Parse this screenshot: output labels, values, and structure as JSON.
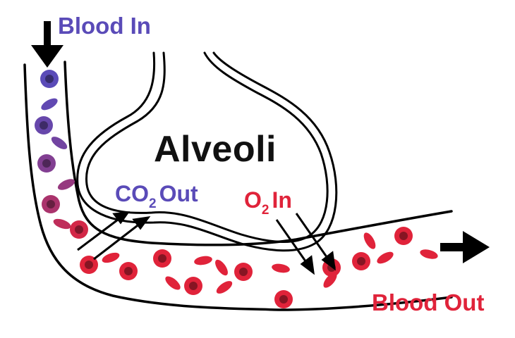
{
  "labels": {
    "blood_in": "Blood In",
    "alveoli": "Alveoli",
    "co2_main": "CO",
    "co2_sub": "2",
    "co2_tail": "Out",
    "o2_main": "O",
    "o2_sub": "2",
    "o2_tail": "In",
    "blood_out": "Blood Out"
  },
  "colors": {
    "deoxygenated": "#5a4bb8",
    "oxygenated": "#e0233a",
    "text_dark": "#111111",
    "outline": "#000000"
  },
  "icons": {
    "inflow_arrow": "arrow-down-icon",
    "outflow_arrow": "arrow-right-icon"
  }
}
